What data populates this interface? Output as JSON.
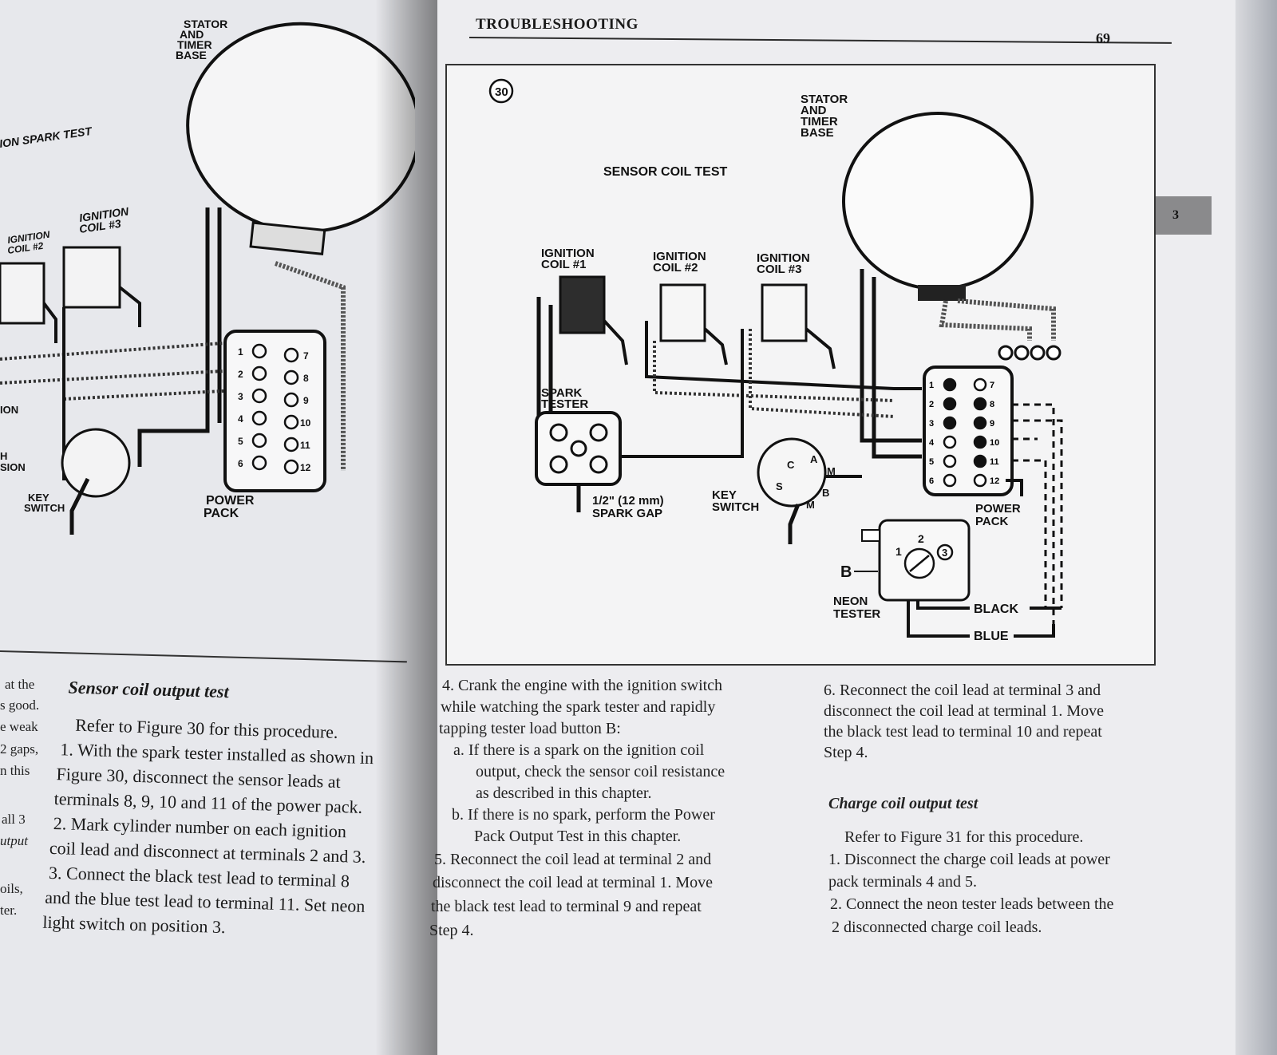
{
  "right_page": {
    "header_title": "TROUBLESHOOTING",
    "page_number": "69",
    "chapter_tab": "3",
    "figure": {
      "number": "30",
      "title": "SENSOR COIL TEST",
      "stator_label": [
        "STATOR",
        "AND",
        "TIMER",
        "BASE"
      ],
      "coil1": [
        "IGNITION",
        "COIL  #1"
      ],
      "coil2": [
        "IGNITION",
        "COIL  #2"
      ],
      "coil3": [
        "IGNITION",
        "COIL  #3"
      ],
      "spark_tester": [
        "SPARK",
        "TESTER"
      ],
      "spark_gap": [
        "1/2\" (12 mm)",
        "SPARK  GAP"
      ],
      "key_switch": [
        "KEY",
        "SWITCH"
      ],
      "power_pack": [
        "POWER",
        "PACK"
      ],
      "neon_tester": [
        "NEON",
        "TESTER"
      ],
      "switch_b": "B",
      "black": "BLACK",
      "blue": "BLUE",
      "pos1": "1",
      "pos2": "2",
      "pos3": "3",
      "terminals_left": [
        "1",
        "2",
        "3",
        "4",
        "5",
        "6"
      ],
      "terminals_right": [
        "7",
        "8",
        "9",
        "10",
        "11",
        "12"
      ],
      "key_letters": [
        "C",
        "A",
        "M",
        "S",
        "B",
        "M"
      ]
    },
    "col1": [
      "4. Crank the engine with the ignition switch",
      "while watching the spark tester and rapidly",
      "tapping tester load button B:",
      "a. If there is a spark on the ignition coil",
      "output, check the sensor coil resistance",
      "as described in this chapter.",
      "b. If there is no spark, perform the Power",
      "Pack Output Test in this chapter.",
      "5. Reconnect the coil lead at terminal 2 and",
      "disconnect the coil lead at terminal 1. Move",
      "the black test lead to terminal 9 and repeat",
      "Step 4."
    ],
    "col2_top": [
      "6. Reconnect the coil lead at terminal 3 and",
      "disconnect the coil lead at terminal 1. Move",
      "the black test lead to terminal 10 and repeat",
      "Step 4."
    ],
    "charge_heading": "Charge coil output test",
    "col2_bottom": [
      "Refer to Figure 31 for this procedure.",
      "1. Disconnect the charge coil leads at power",
      "pack terminals 4 and 5.",
      "2. Connect the neon tester leads between the",
      "2 disconnected charge coil leads."
    ]
  },
  "left_page": {
    "figure": {
      "stator_label": [
        "STATOR",
        "AND",
        "TIMER",
        "BASE"
      ],
      "title_fragment": "ION SPARK TEST",
      "coil2": [
        "IGNITION",
        "COIL  #2"
      ],
      "coil3": [
        "IGNITION",
        "COIL  #3"
      ],
      "frag_ion": "ION",
      "frag_h": "H",
      "frag_sion": "SION",
      "key_switch": [
        "KEY",
        "SWITCH"
      ],
      "power_pack": [
        "POWER",
        "PACK"
      ],
      "terminals_left": [
        "1",
        "2",
        "3",
        "4",
        "5",
        "6"
      ],
      "terminals_right": [
        "7",
        "8",
        "9",
        "10",
        "11",
        "12"
      ]
    },
    "margin_fragments": [
      "at the",
      "s good.",
      "e weak",
      "2 gaps,",
      "n this",
      "all 3",
      "utput",
      "oils,",
      "ter."
    ],
    "heading": "Sensor coil output test",
    "body": [
      "Refer to Figure 30 for this procedure.",
      "1. With the spark tester installed as shown in",
      "Figure 30, disconnect the sensor leads at",
      "terminals 8, 9, 10 and 11 of the power pack.",
      "2. Mark cylinder number on each ignition",
      "coil lead and disconnect at terminals 2 and 3.",
      "3. Connect the black test lead to terminal 8",
      "and the blue test lead to terminal 11. Set neon",
      "light switch on position 3."
    ]
  }
}
